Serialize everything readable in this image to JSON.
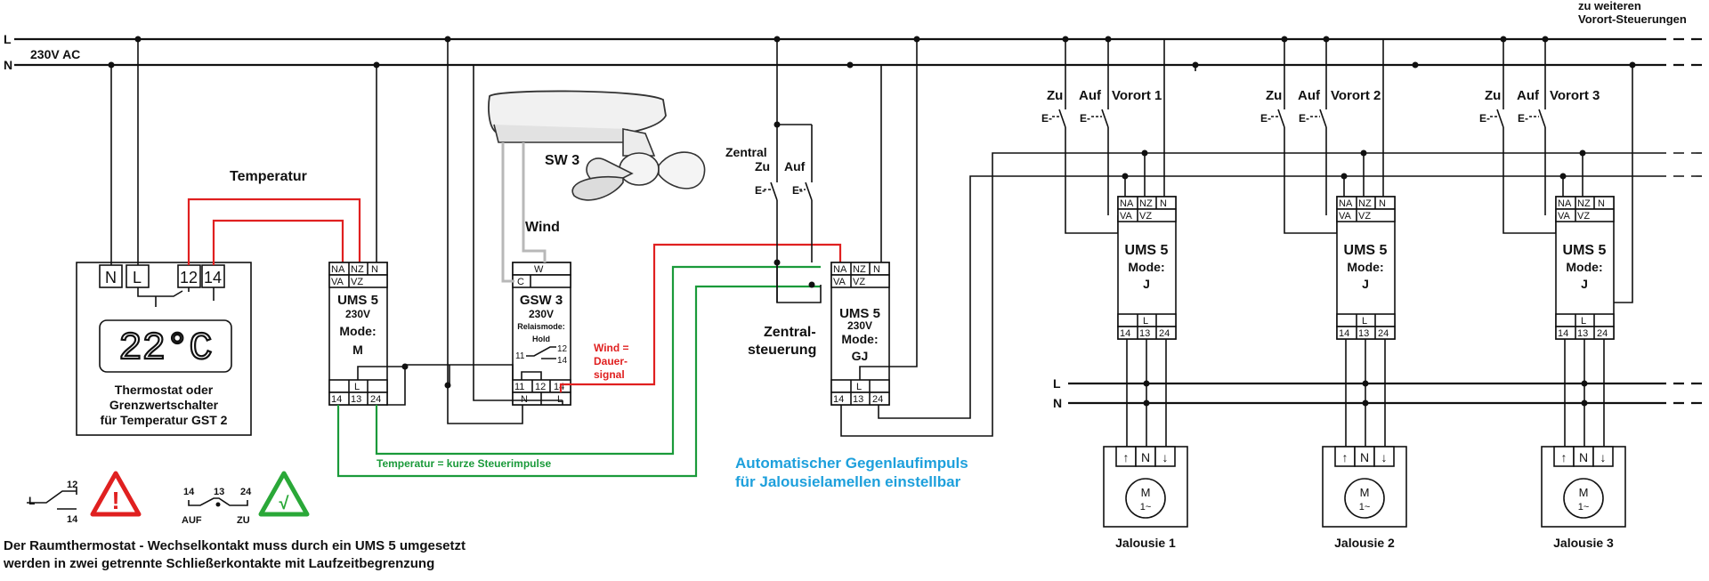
{
  "bus": {
    "l": "L",
    "n": "N",
    "voltage": "230V AC",
    "l2": "L",
    "n2": "N"
  },
  "extra": {
    "line1": "zu weiteren",
    "line2": "Vorort-Steuerungen"
  },
  "labels": {
    "temperatur": "Temperatur",
    "wind": "Wind",
    "zentralsteuerung_1": "Zentral-",
    "zentralsteuerung_2": "steuerung"
  },
  "thermostat": {
    "terminals": [
      "N",
      "L",
      "12",
      "14"
    ],
    "display": "22°C",
    "caption": [
      "Thermostat oder",
      "Grenzwertschalter",
      "für Temperatur GST 2"
    ]
  },
  "ums_m": {
    "top_row1": [
      "NA",
      "NZ",
      "N"
    ],
    "top_row2": [
      "VA",
      "VZ"
    ],
    "name": "UMS 5",
    "volt": "230V",
    "mode": "Mode:",
    "mode_val": "M",
    "bot_row1": [
      "L"
    ],
    "bot_row2": [
      "14",
      "13",
      "24"
    ]
  },
  "gsw": {
    "top": [
      "C",
      "W"
    ],
    "name": "GSW 3",
    "volt": "230V",
    "relay": "Relaismode:",
    "hold": "Hold",
    "c12": "12",
    "c11": "11",
    "c14": "14",
    "bot_row1": [
      "11",
      "12",
      "14"
    ],
    "bot_row2": [
      "N",
      "L"
    ]
  },
  "sensor": {
    "name": "SW 3"
  },
  "wind_signal": [
    "Wind =",
    "Dauer-",
    "signal"
  ],
  "green_label": "Temperatur = kurze Steuerimpulse",
  "zentral_switch": {
    "line1": "Zentral",
    "zu": "Zu",
    "auf": "Auf",
    "e1": "E-",
    "e2": "E-"
  },
  "ums_gj": {
    "top_row1": [
      "NA",
      "NZ",
      "N"
    ],
    "top_row2": [
      "VA",
      "VZ"
    ],
    "name": "UMS 5",
    "volt": "230V",
    "mode": "Mode:",
    "mode_val": "GJ",
    "bot_row1": [
      "L"
    ],
    "bot_row2": [
      "14",
      "13",
      "24"
    ]
  },
  "blue_note": [
    "Automatischer Gegenlaufimpuls",
    "für Jalousielamellen einstellbar"
  ],
  "vorort": [
    {
      "zu": "Zu",
      "auf": "Auf",
      "name": "Vorort 1",
      "e": "E-",
      "ums": "UMS 5",
      "mode": "Mode:",
      "mode_val": "J",
      "jalousie": "Jalousie 1"
    },
    {
      "zu": "Zu",
      "auf": "Auf",
      "name": "Vorort 2",
      "e": "E-",
      "ums": "UMS 5",
      "mode": "Mode:",
      "mode_val": "J",
      "jalousie": "Jalousie 2"
    },
    {
      "zu": "Zu",
      "auf": "Auf",
      "name": "Vorort 3",
      "e": "E-",
      "ums": "UMS 5",
      "mode": "Mode:",
      "mode_val": "J",
      "jalousie": "Jalousie 3"
    }
  ],
  "ums_terms": {
    "top_row1": [
      "NA",
      "NZ",
      "N"
    ],
    "top_row2": [
      "VA",
      "VZ"
    ],
    "bot_row1": [
      "L"
    ],
    "bot_row2": [
      "14",
      "13",
      "24"
    ]
  },
  "motor": {
    "up": "↑",
    "n": "N",
    "down": "↓",
    "m": "M",
    "phase": "1~"
  },
  "legend": {
    "l": "L",
    "c12": "12",
    "c14": "14",
    "c14b": "14",
    "c13": "13",
    "c24": "24",
    "auf": "AUF",
    "zu": "ZU",
    "warn": "!",
    "ok": "√"
  },
  "footer": [
    "Der Raumthermostat - Wechselkontakt muss durch ein UMS 5 umgesetzt",
    "werden in zwei getrennte Schließerkontakte mit Laufzeitbegrenzung"
  ],
  "colors": {
    "red": "#e02020",
    "green": "#1a9a3a",
    "blue": "#1ea0dc",
    "warn_red": "#e02020",
    "ok_green": "#2aa838"
  }
}
